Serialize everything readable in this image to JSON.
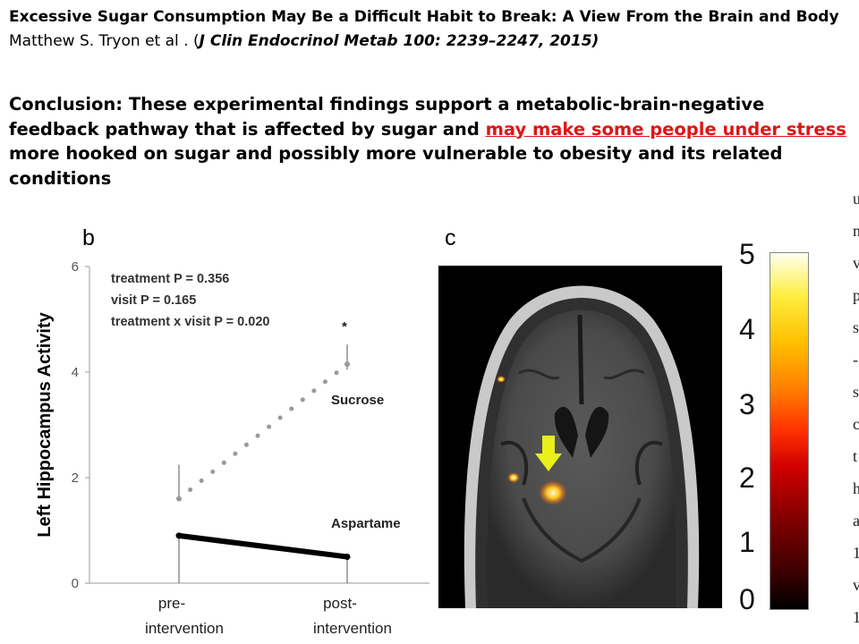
{
  "header": {
    "title_bold": "Excessive Sugar Consumption May Be a Difficult Habit to Break: A View From the Brain and Body",
    "authors": " Matthew S. Tryon et al . (",
    "citation": "J Clin Endocrinol Metab 100: 2239–2247, 2015)"
  },
  "conclusion": {
    "part1": "Conclusion: These experimental findings support a metabolic-brain-negative feedback pathway that is affected by sugar and ",
    "highlight": "may make some people under stress",
    "part2": " more hooked on sugar and possibly more vulnerable to obesity and its related conditions"
  },
  "panel_b": {
    "letter": "b"
  },
  "panel_c": {
    "letter": "c"
  },
  "colorbar": {
    "labels": [
      "5",
      "4",
      "3",
      "2",
      "1",
      "0"
    ]
  },
  "cut_text": {
    "chars": [
      "u",
      "n",
      "v",
      "p",
      "s",
      "-",
      "s",
      "c",
      "t",
      "h",
      "a",
      "1",
      "v",
      "1"
    ]
  },
  "chart_data": {
    "type": "line",
    "ylabel": "Left Hippocampus Activity",
    "categories": [
      "pre-\nintervention",
      "post-\nintervention"
    ],
    "yticks": [
      0,
      2,
      4,
      6
    ],
    "ylim": [
      0,
      6
    ],
    "series": [
      {
        "name": "Sucrose",
        "values": [
          1.6,
          4.15
        ],
        "style": "dotted",
        "color": "#9a9a9a"
      },
      {
        "name": "Aspartame",
        "values": [
          0.9,
          0.5
        ],
        "style": "solid",
        "color": "#000000"
      }
    ],
    "annotations": {
      "stats": [
        "treatment  P = 0.356",
        "visit   P = 0.165",
        "treatment x visit  P = 0.020"
      ],
      "significance": "*"
    }
  }
}
